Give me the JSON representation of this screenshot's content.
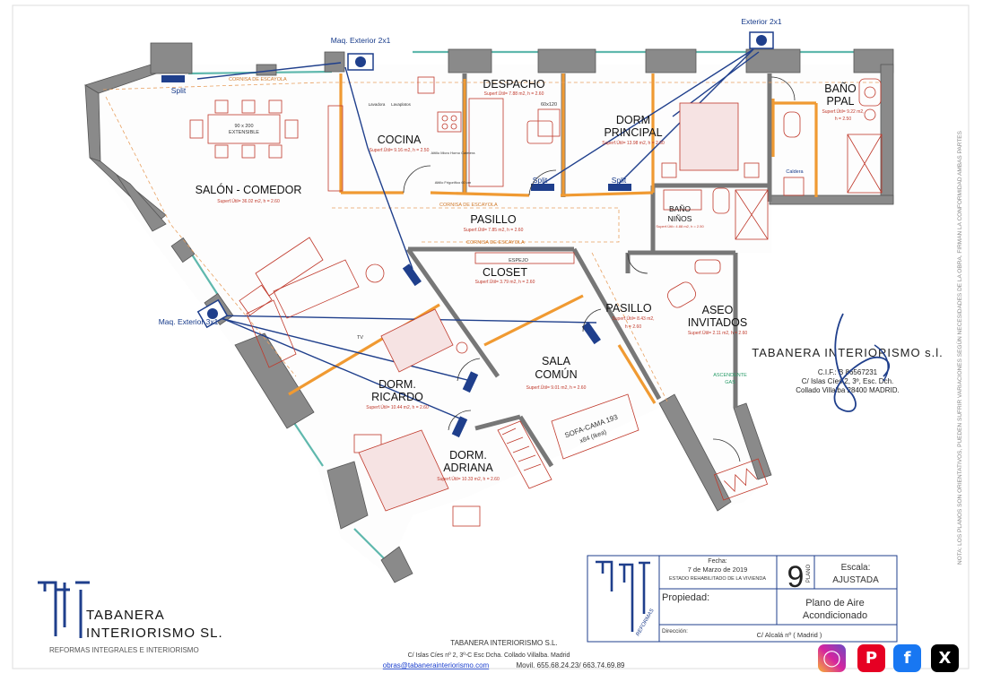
{
  "plan": {
    "units": {
      "exterior_top": "Exterior 2x1",
      "maq_top": "Maq. Exterior 2x1",
      "maq_left": "Maq. Exterior 3x1",
      "split": "Split"
    },
    "rooms": {
      "salon": {
        "name": "SALÓN - COMEDOR",
        "meta": "Superf.Útil= 36.02 m2, h = 2.60"
      },
      "cocina": {
        "name": "COCINA",
        "meta": "Superf.Útil= 9.16 m2, h = 2.50"
      },
      "despacho": {
        "name": "DESPACHO",
        "meta": "Superf.Útil= 7.88 m2, h = 2.60"
      },
      "dorm_principal": {
        "name1": "DORM",
        "name2": "PRINCIPAL",
        "meta": "Superf.Útil= 13.98 m2, h = 2.60"
      },
      "bano_ppal": {
        "name1": "BAÑO",
        "name2": "PPAL",
        "meta1": "Superf.Útil= 9.22 m2,",
        "meta2": "h = 2.50"
      },
      "bano_ninos": {
        "name1": "BAÑO",
        "name2": "NIÑOS",
        "meta": "Superf.Útil= 4.88 m2, h = 2.50"
      },
      "pasillo1": {
        "name": "PASILLO",
        "meta": "Superf.Útil= 7.85 m2, h = 2.60"
      },
      "closet": {
        "name": "CLOSET",
        "meta": "Superf.Útil= 3.79 m2, h = 2.60"
      },
      "pasillo2": {
        "name": "PASILLO",
        "meta1": "Superf.Útil= 8.43 m2,",
        "meta2": "h = 2.60"
      },
      "aseo": {
        "name1": "ASEO",
        "name2": "INVITADOS",
        "meta": "Superf.Útil= 2.11 m2, h = 2.60"
      },
      "sala_comun": {
        "name1": "SALA",
        "name2": "COMÚN",
        "meta": "Superf.Útil= 9.01 m2, h = 2.60"
      },
      "dorm_ricardo": {
        "name1": "DORM.",
        "name2": "RICARDO",
        "meta": "Superf.Útil= 10.44 m2, h = 2.60"
      },
      "dorm_adriana": {
        "name1": "DORM.",
        "name2": "ADRIANA",
        "meta": "Superf.Útil= 10.33 m2, h = 2.60"
      }
    },
    "furniture": {
      "table": "90 x 200",
      "table2": "EXTENSIBLE",
      "sofa": "SOFA-CAMA 193",
      "sofa2": "x84 (Ikea)",
      "desk": "60x120",
      "caldera": "Caldera",
      "espejo": "ESPEJO",
      "ascendente": "ASCENDENTE",
      "gas": "GAS",
      "lavadora": "Lavadora",
      "lavaplatos": "Lavaplatos",
      "altillo1": "Altillo Micro Horno Cafetera",
      "altillo2": "Altillo Frigorífico 60 cm",
      "tv": "TV",
      "cornisa": "CORNISA DE ESCAYOLA"
    },
    "stamp": {
      "company": "TABANERA INTERIORISMO s.l.",
      "cif": "C.I.F.: B 86567231",
      "addr1": "C/ Islas Cíes 2, 3º, Esc. Dch.",
      "addr2": "Collado Villalba 28400 MADRID."
    },
    "side_note": "NOTA: LOS PLANOS SON ORIENTATIVOS, PUEDEN SUFRIR VARIACIONES SEGÚN NECESIDADES DE LA OBRA. FIRMAN LA CONFORMIDAD AMBAS PARTES"
  },
  "logo": {
    "line1": "TABANERA",
    "line2": "INTERIORISMO SL.",
    "tagline": "REFORMAS INTEGRALES E INTERIORISMO"
  },
  "footer": {
    "company": "TABANERA INTERIORISMO S.L.",
    "address": "C/ Islas Cíes nº 2, 3º-C Esc Dcha. Collado Villalba. Madrid",
    "email": "obras@tabanerainteriorismo.com",
    "phones": "Movil. 655.68.24.23/ 663.74.69.89"
  },
  "title_block": {
    "fecha_label": "Fecha:",
    "fecha": "7 de Marzo de 2019",
    "estado": "ESTADO REHABILITADO DE LA VIVIENDA",
    "plano_number": "9",
    "plano_label": "PLANO",
    "escala_label": "Escala:",
    "escala": "AJUSTADA",
    "propiedad_label": "Propiedad:",
    "titulo1": "Plano de Aire",
    "titulo2": "Acondicionado",
    "direccion_label": "Dirección:",
    "direccion": "C/ Alcalá nº  ( Madrid )",
    "logo_word": "REFORMAS"
  },
  "social": {
    "instagram": "instagram-icon",
    "pinterest": "pinterest-icon",
    "facebook": "facebook-icon",
    "x": "x-icon",
    "colors": {
      "instagram": "#d6249f",
      "pinterest": "#e60023",
      "facebook": "#1877f2",
      "x": "#000000"
    }
  },
  "colors": {
    "wall": "#8a8a8a",
    "partition": "#f09a32",
    "ac_line": "#1f3f8c",
    "furniture": "#c0392b",
    "window": "#5fb8ad"
  }
}
